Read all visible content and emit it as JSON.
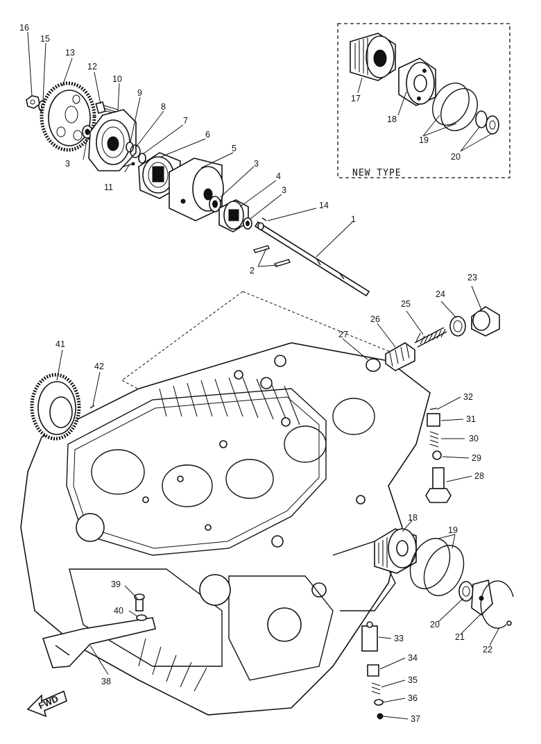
{
  "inset": {
    "title": "NEW TYPE"
  },
  "direction_label": "FWD",
  "callouts": {
    "n1": "1",
    "n2": "2",
    "n3a": "3",
    "n3b": "3",
    "n3c": "3",
    "n4": "4",
    "n5": "5",
    "n6": "6",
    "n7": "7",
    "n8": "8",
    "n9": "9",
    "n10": "10",
    "n11": "11",
    "n12": "12",
    "n13": "13",
    "n14": "14",
    "n15": "15",
    "n16": "16",
    "n17": "17",
    "n18a": "18",
    "n18b": "18",
    "n19a": "19",
    "n19b": "19",
    "n20a": "20",
    "n20b": "20",
    "n21": "21",
    "n22": "22",
    "n23": "23",
    "n24": "24",
    "n25": "25",
    "n26": "26",
    "n27": "27",
    "n28": "28",
    "n29": "29",
    "n30": "30",
    "n31": "31",
    "n32": "32",
    "n33": "33",
    "n34": "34",
    "n35": "35",
    "n36": "36",
    "n37": "37",
    "n38": "38",
    "n39": "39",
    "n40": "40",
    "n41": "41",
    "n42": "42"
  }
}
